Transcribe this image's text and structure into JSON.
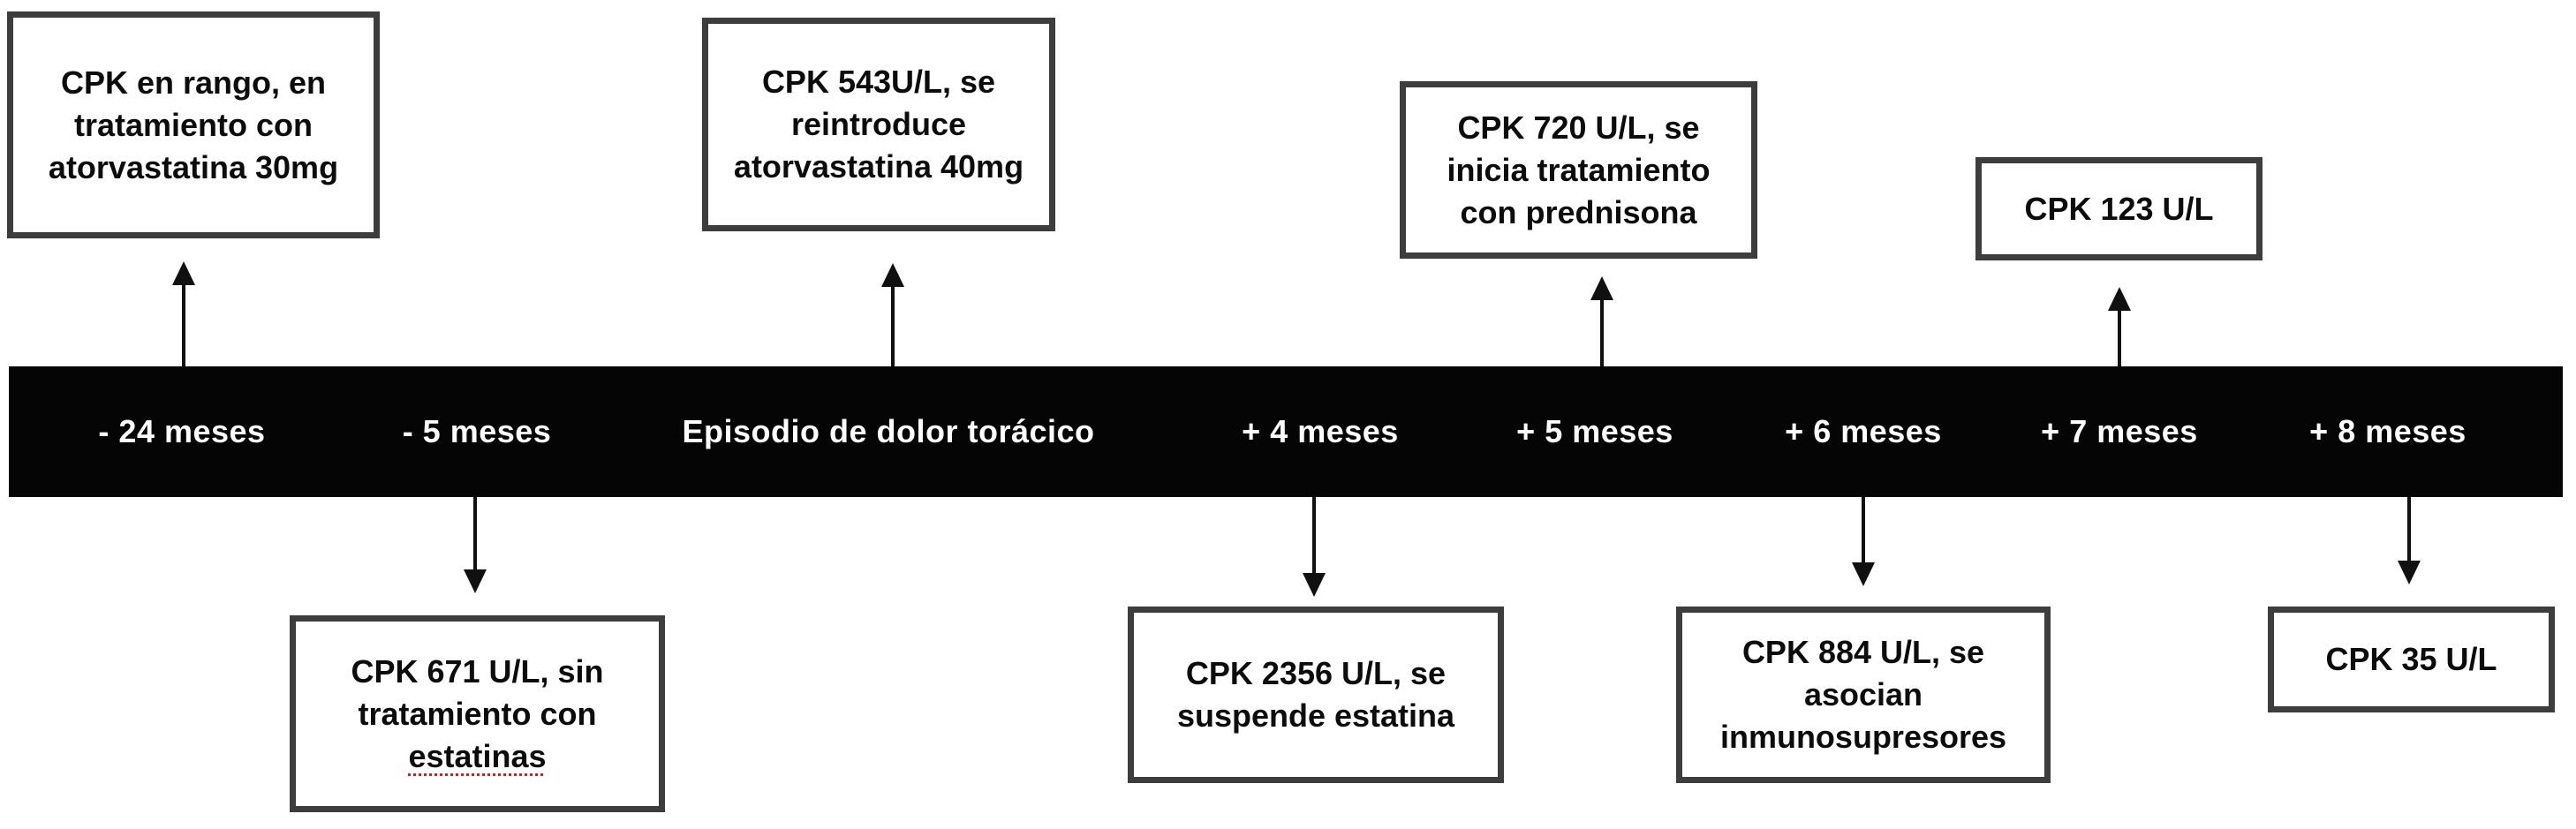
{
  "colors": {
    "bar_background": "#050505",
    "bar_text": "#ffffff",
    "box_border": "#3d3d3d",
    "box_fill": "#ffffff",
    "box_text": "#0c0c0c",
    "arrow": "#101010",
    "spellcheck_underline": "#d02020"
  },
  "timeline": {
    "labels": [
      {
        "text": "- 24 meses"
      },
      {
        "text": "- 5 meses"
      },
      {
        "text": "Episodio de dolor torácico"
      },
      {
        "text": "+ 4 meses"
      },
      {
        "text": "+ 5 meses"
      },
      {
        "text": "+ 6 meses"
      },
      {
        "text": "+ 7 meses"
      },
      {
        "text": "+ 8 meses"
      }
    ]
  },
  "events_above": [
    {
      "text": "CPK en rango, en tratamiento con atorvastatina 30mg",
      "anchor_label": "- 24 meses"
    },
    {
      "text": "CPK 543U/L, se reintroduce atorvastatina 40mg",
      "anchor_label": "Episodio de dolor torácico"
    },
    {
      "text": "CPK 720 U/L, se inicia tratamiento con prednisona",
      "anchor_label": "+ 5 meses"
    },
    {
      "text": "CPK 123 U/L",
      "anchor_label": "+ 7 meses"
    }
  ],
  "events_below": [
    {
      "text_before": "CPK 671 U/L, sin tratamiento con ",
      "text_misspelled": "estatinas",
      "anchor_label": "- 5 meses"
    },
    {
      "text": "CPK 2356 U/L, se suspende estatina",
      "anchor_label": "+ 4 meses"
    },
    {
      "text": "CPK 884 U/L, se asocian inmunosupresores",
      "anchor_label": "+ 6 meses"
    },
    {
      "text": "CPK 35 U/L",
      "anchor_label": "+ 8 meses"
    }
  ]
}
